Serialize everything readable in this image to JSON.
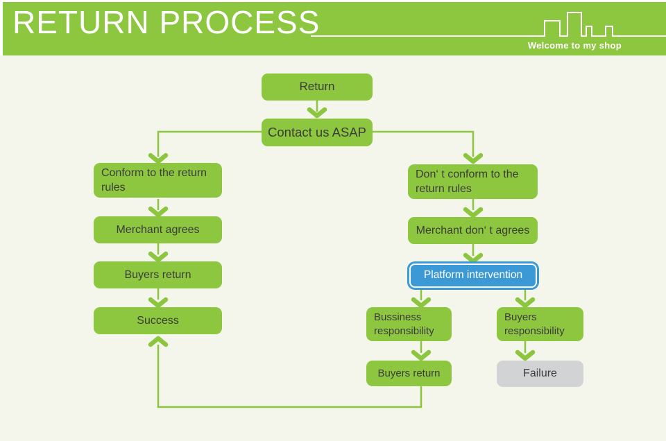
{
  "header": {
    "title": "RETURN PROCESS",
    "tagline": "Welcome to my shop",
    "decoration_icon": "city-skyline"
  },
  "flowchart": {
    "nodes": {
      "return": "Return",
      "contact": "Contact us ASAP",
      "conform": "Conform to the return rules",
      "merchant_agrees": "Merchant agrees",
      "buyers_return_left": "Buyers return",
      "success": "Success",
      "dont_conform": "Don‘ t conform to the return rules",
      "merchant_dont_agrees": "Merchant don‘ t agrees",
      "platform": "Platform intervention",
      "business_responsibility": "Bussiness responsibility",
      "buyers_responsibility": "Buyers responsibility",
      "buyers_return_right": "Buyers return",
      "failure": "Failure"
    }
  },
  "colors": {
    "header_green": "#8dc63f",
    "box_green": "#8dc63f",
    "arrow_green": "#8cc63f",
    "blue_fill": "#3b9ad6",
    "gray_box": "#d2d3d4",
    "text_dark": "#3c3c3c",
    "canvas_bg": "#f4f6eb",
    "page_bg": "#ffffff"
  }
}
